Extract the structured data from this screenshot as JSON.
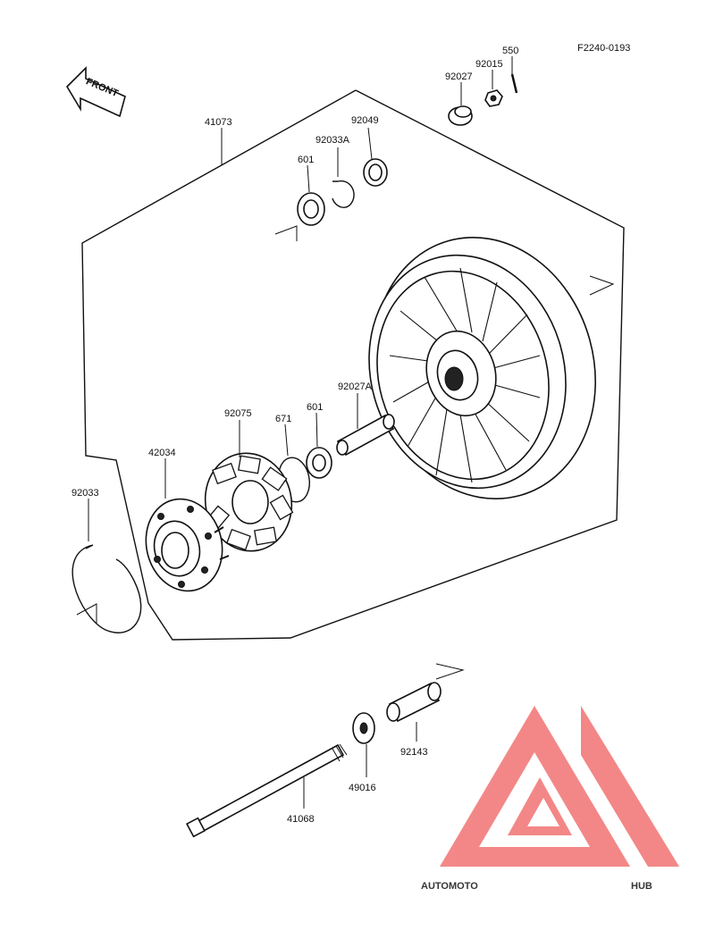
{
  "figure_code": "F2240-0193",
  "front_label": "FRONT",
  "brand": {
    "left": "AUTOMOTO",
    "right": "HUB",
    "color_left": "#f5a030",
    "color_mid": "#f07070",
    "color_right": "#6a6a6a",
    "triangle_color": "#f06060"
  },
  "parts": {
    "p41073": "41073",
    "p92033A": "92033A",
    "p92049": "92049",
    "p601_top": "601",
    "p92027": "92027",
    "p92015": "92015",
    "p550": "550",
    "p92027A": "92027A",
    "p92075": "92075",
    "p671": "671",
    "p601_mid": "601",
    "p42034": "42034",
    "p92033": "92033",
    "p41068": "41068",
    "p49016": "49016",
    "p92143": "92143"
  }
}
